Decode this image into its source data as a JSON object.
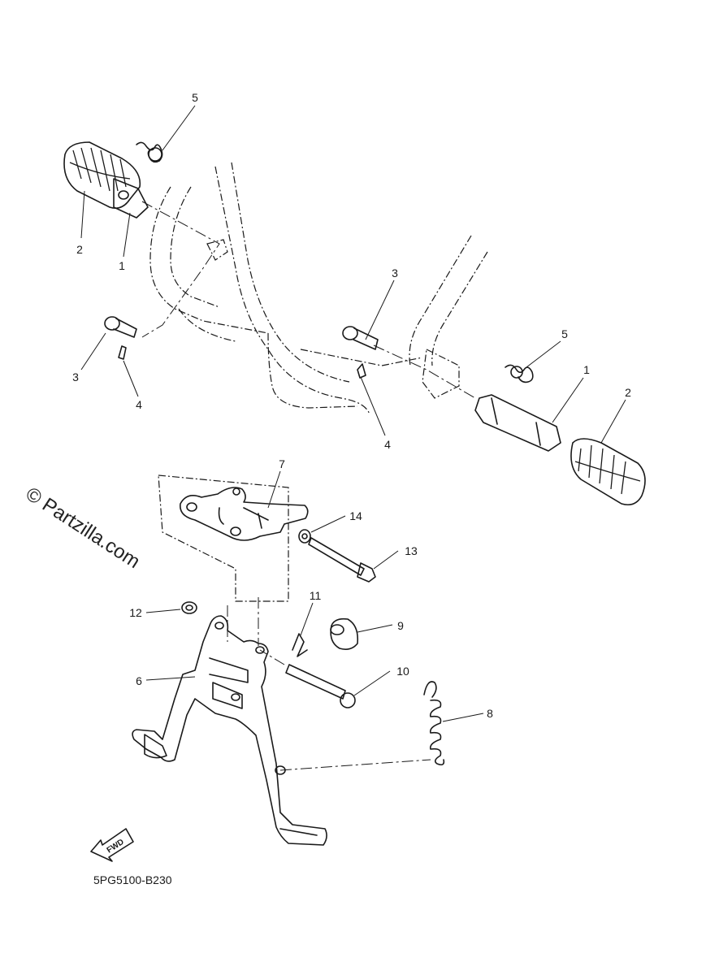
{
  "watermark": "© Partzilla.com",
  "diagram_code": "5PG5100-B230",
  "fwd_label": "FWD",
  "callouts": {
    "c1a": "1",
    "c1b": "1",
    "c2a": "2",
    "c2b": "2",
    "c3a": "3",
    "c3b": "3",
    "c4a": "4",
    "c4b": "4",
    "c5a": "5",
    "c5b": "5",
    "c6": "6",
    "c7": "7",
    "c8": "8",
    "c9": "9",
    "c10": "10",
    "c11": "11",
    "c12": "12",
    "c13": "13",
    "c14": "14"
  }
}
